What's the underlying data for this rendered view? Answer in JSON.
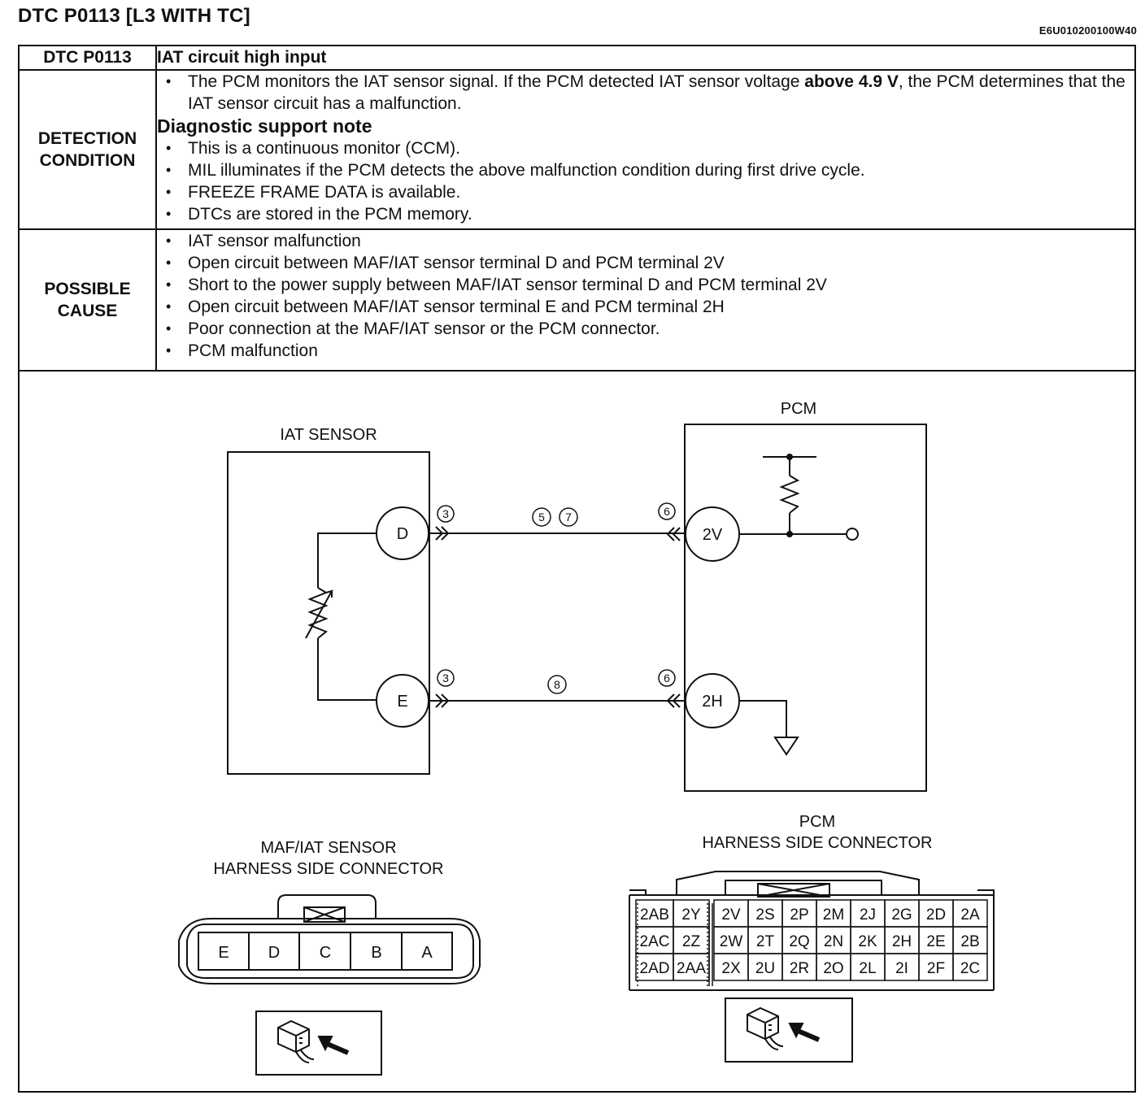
{
  "header": {
    "title": "DTC P0113 [L3 WITH TC]",
    "doc_id": "E6U010200100W40"
  },
  "table": {
    "code": "DTC P0113",
    "description": "IAT circuit high input",
    "detection": {
      "label": "DETECTION CONDITION",
      "main_text_pre": "The PCM monitors the IAT sensor signal. If the PCM detected IAT sensor voltage ",
      "main_text_bold": "above 4.9 V",
      "main_text_post": ", the PCM determines that the IAT sensor circuit has a malfunction.",
      "note_title": "Diagnostic support note",
      "notes": [
        "This is a continuous monitor (CCM).",
        "MIL illuminates if the PCM detects the above malfunction condition during first drive cycle.",
        "FREEZE FRAME DATA is available.",
        "DTCs are stored in the PCM memory."
      ]
    },
    "cause": {
      "label": "POSSIBLE CAUSE",
      "items": [
        "IAT sensor malfunction",
        "Open circuit between MAF/IAT sensor terminal D and PCM terminal 2V",
        "Short to the power supply between MAF/IAT sensor terminal D and PCM terminal 2V",
        "Open circuit between MAF/IAT sensor terminal E and PCM terminal 2H",
        "Poor connection at the MAF/IAT sensor or the PCM connector.",
        "PCM malfunction"
      ]
    }
  },
  "diagram": {
    "iat_label": "IAT SENSOR",
    "pcm_label": "PCM",
    "terminal_d": "D",
    "terminal_e": "E",
    "terminal_2v": "2V",
    "terminal_2h": "2H",
    "callout_d_sensor": "3",
    "callout_d_wire_1": "5",
    "callout_d_wire_2": "7",
    "callout_d_pcm": "6",
    "callout_e_sensor": "3",
    "callout_e_wire": "8",
    "callout_e_pcm": "6",
    "maf_conn_title_1": "MAF/IAT SENSOR",
    "maf_conn_title_2": "HARNESS SIDE CONNECTOR",
    "maf_pins": [
      "E",
      "D",
      "C",
      "B",
      "A"
    ],
    "pcm_conn_title_1": "PCM",
    "pcm_conn_title_2": "HARNESS SIDE CONNECTOR",
    "pcm_pins_left": [
      [
        "2AB",
        "2Y"
      ],
      [
        "2AC",
        "2Z"
      ],
      [
        "2AD",
        "2AA"
      ]
    ],
    "pcm_pins_right": [
      [
        "2V",
        "2S",
        "2P",
        "2M",
        "2J",
        "2G",
        "2D",
        "2A"
      ],
      [
        "2W",
        "2T",
        "2Q",
        "2N",
        "2K",
        "2H",
        "2E",
        "2B"
      ],
      [
        "2X",
        "2U",
        "2R",
        "2O",
        "2L",
        "2I",
        "2F",
        "2C"
      ]
    ]
  }
}
